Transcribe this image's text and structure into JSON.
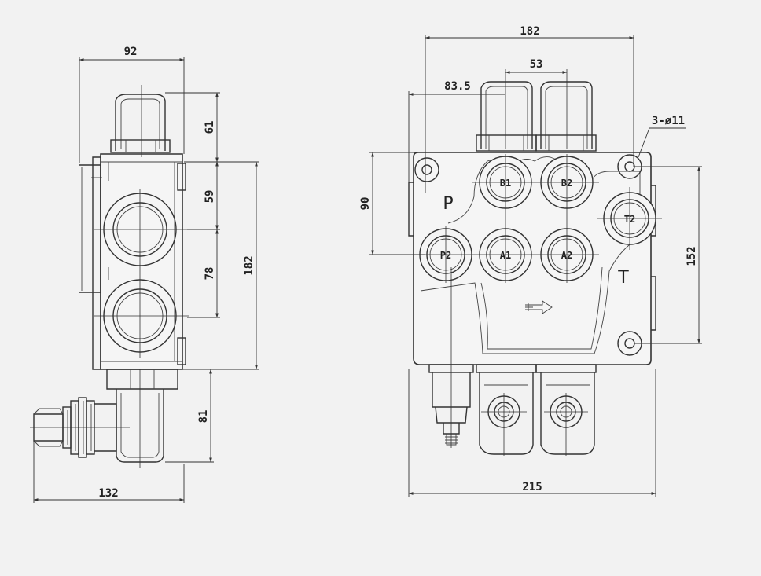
{
  "side_view": {
    "dims": {
      "width_top": "92",
      "seg_61": "61",
      "seg_59": "59",
      "seg_78": "78",
      "overall_182": "182",
      "seg_81": "81",
      "width_bottom": "132"
    }
  },
  "front_view": {
    "dims": {
      "width_top": "182",
      "spool_pitch": "53",
      "offset": "83.5",
      "holes": "3-ø11",
      "height_90": "90",
      "height_152": "152",
      "width_bottom": "215"
    },
    "labels": {
      "inlet": "P",
      "tank": "T"
    },
    "ports": [
      "B1",
      "B2",
      "T2",
      "P2",
      "A1",
      "A2"
    ]
  }
}
